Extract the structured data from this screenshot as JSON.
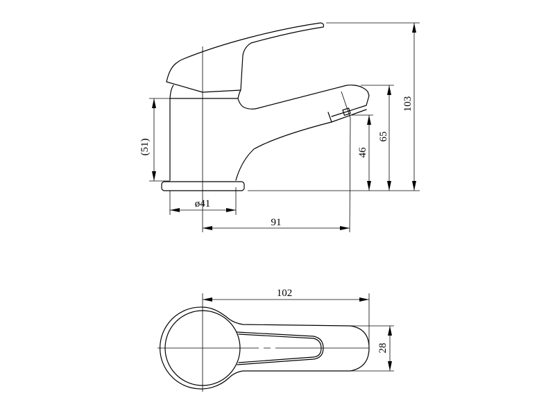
{
  "drawing": {
    "side_view": {
      "dimensions": {
        "overall_height": "103",
        "spout_top_height": "65",
        "outlet_height": "46",
        "body_height": "(51)",
        "base_diameter": "ø41",
        "spout_reach": "91"
      }
    },
    "top_view": {
      "dimensions": {
        "overall_length": "102",
        "handle_width": "28"
      }
    }
  }
}
